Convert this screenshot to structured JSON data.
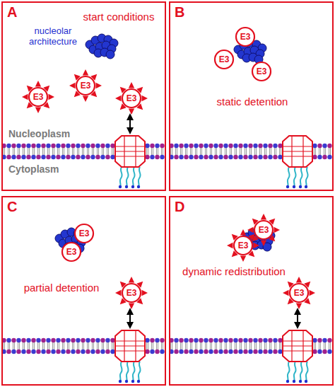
{
  "diagram": {
    "nodes": [
      {
        "text": [
          "A",
          "start conditions"
        ]
      },
      {
        "text": [
          "E3"
        ],
        "in": 0
      },
      {
        "text": [
          "E3"
        ],
        "in": 0
      },
      {
        "text": [
          "E3"
        ],
        "in": 0
      },
      {
        "text": [
          "B",
          "static detention"
        ]
      },
      {
        "text": [
          "E3"
        ],
        "in": 4
      },
      {
        "text": [
          "E3"
        ],
        "in": 4
      },
      {
        "text": [
          "E3"
        ],
        "in": 4
      },
      {
        "text": [
          "C",
          "partial detention"
        ]
      },
      {
        "text": [
          "E3"
        ],
        "in": 8
      },
      {
        "text": [
          "E3"
        ],
        "in": 8
      },
      {
        "text": [
          "E3"
        ],
        "in": 8
      },
      {
        "text": [
          "D",
          "dynamic redistribution"
        ]
      },
      {
        "text": [
          "E3"
        ],
        "in": 12
      },
      {
        "text": [
          "E3"
        ],
        "in": 12
      },
      {
        "text": [
          "E3"
        ],
        "in": 12
      }
    ],
    "labels": [
      "nucleolar architecture",
      "Nucleoplasm",
      "Cytoplasm"
    ]
  }
}
